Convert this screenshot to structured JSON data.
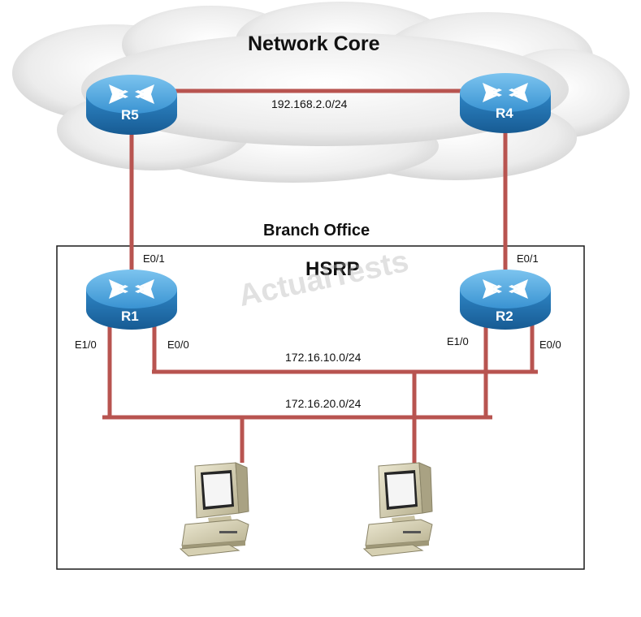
{
  "diagram": {
    "cloud_title": "Network Core",
    "branch_title": "Branch Office",
    "hsrp_label": "HSRP",
    "watermark": "ActualTests",
    "routers": {
      "r5": "R5",
      "r4": "R4",
      "r1": "R1",
      "r2": "R2"
    },
    "networks": {
      "core_link": "192.168.2.0/24",
      "lan_10": "172.16.10.0/24",
      "lan_20": "172.16.20.0/24"
    },
    "ports": {
      "r1_e01": "E0/1",
      "r1_e10": "E1/0",
      "r1_e00": "E0/0",
      "r2_e01": "E0/1",
      "r2_e10": "E1/0",
      "r2_e00": "E0/0"
    },
    "colors": {
      "link": "#b85450",
      "router_top": "#4aa0d8",
      "router_body": "#1e6fb0",
      "cloud": "#ebebeb",
      "pc_beige": "#d8d2b4"
    }
  }
}
